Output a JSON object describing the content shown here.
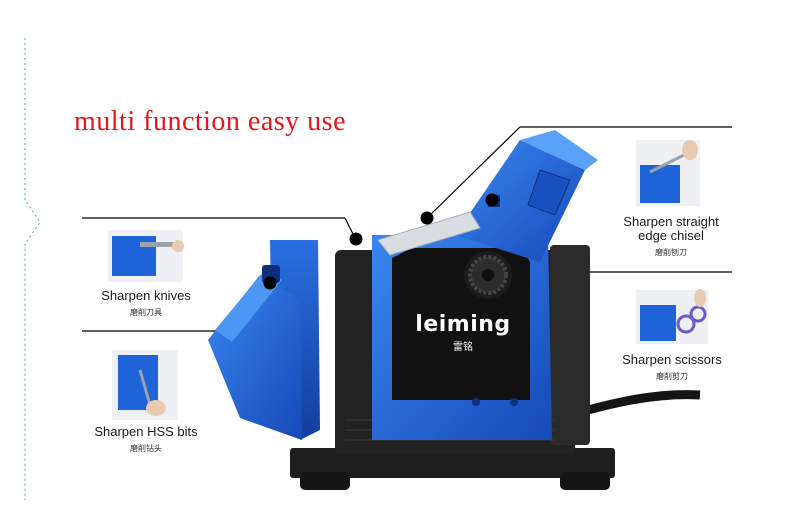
{
  "headline": "multi function easy use",
  "brand": {
    "name": "leiming",
    "cn": "雷铭"
  },
  "colors": {
    "headline": "#e8141b",
    "machine_blue": "#1e63d8",
    "machine_dark": "#1b1b1b",
    "callout_line": "#000000"
  },
  "features": [
    {
      "en": "Sharpen knives",
      "cn": "磨削刀具"
    },
    {
      "en": "Sharpen HSS bits",
      "cn": "磨削钻头"
    },
    {
      "en": "Sharpen straight",
      "en2": "edge chisel",
      "cn": "磨削刨刀"
    },
    {
      "en": "Sharpen scissors",
      "cn": "磨削剪刀"
    }
  ]
}
